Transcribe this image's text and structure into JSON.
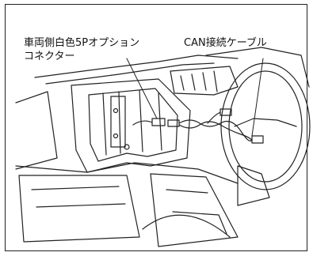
{
  "labels": {
    "connector_line1": "車両側白色5Pオプション",
    "connector_line2": "コネクター",
    "can_cable": "CAN接続ケーブル"
  }
}
